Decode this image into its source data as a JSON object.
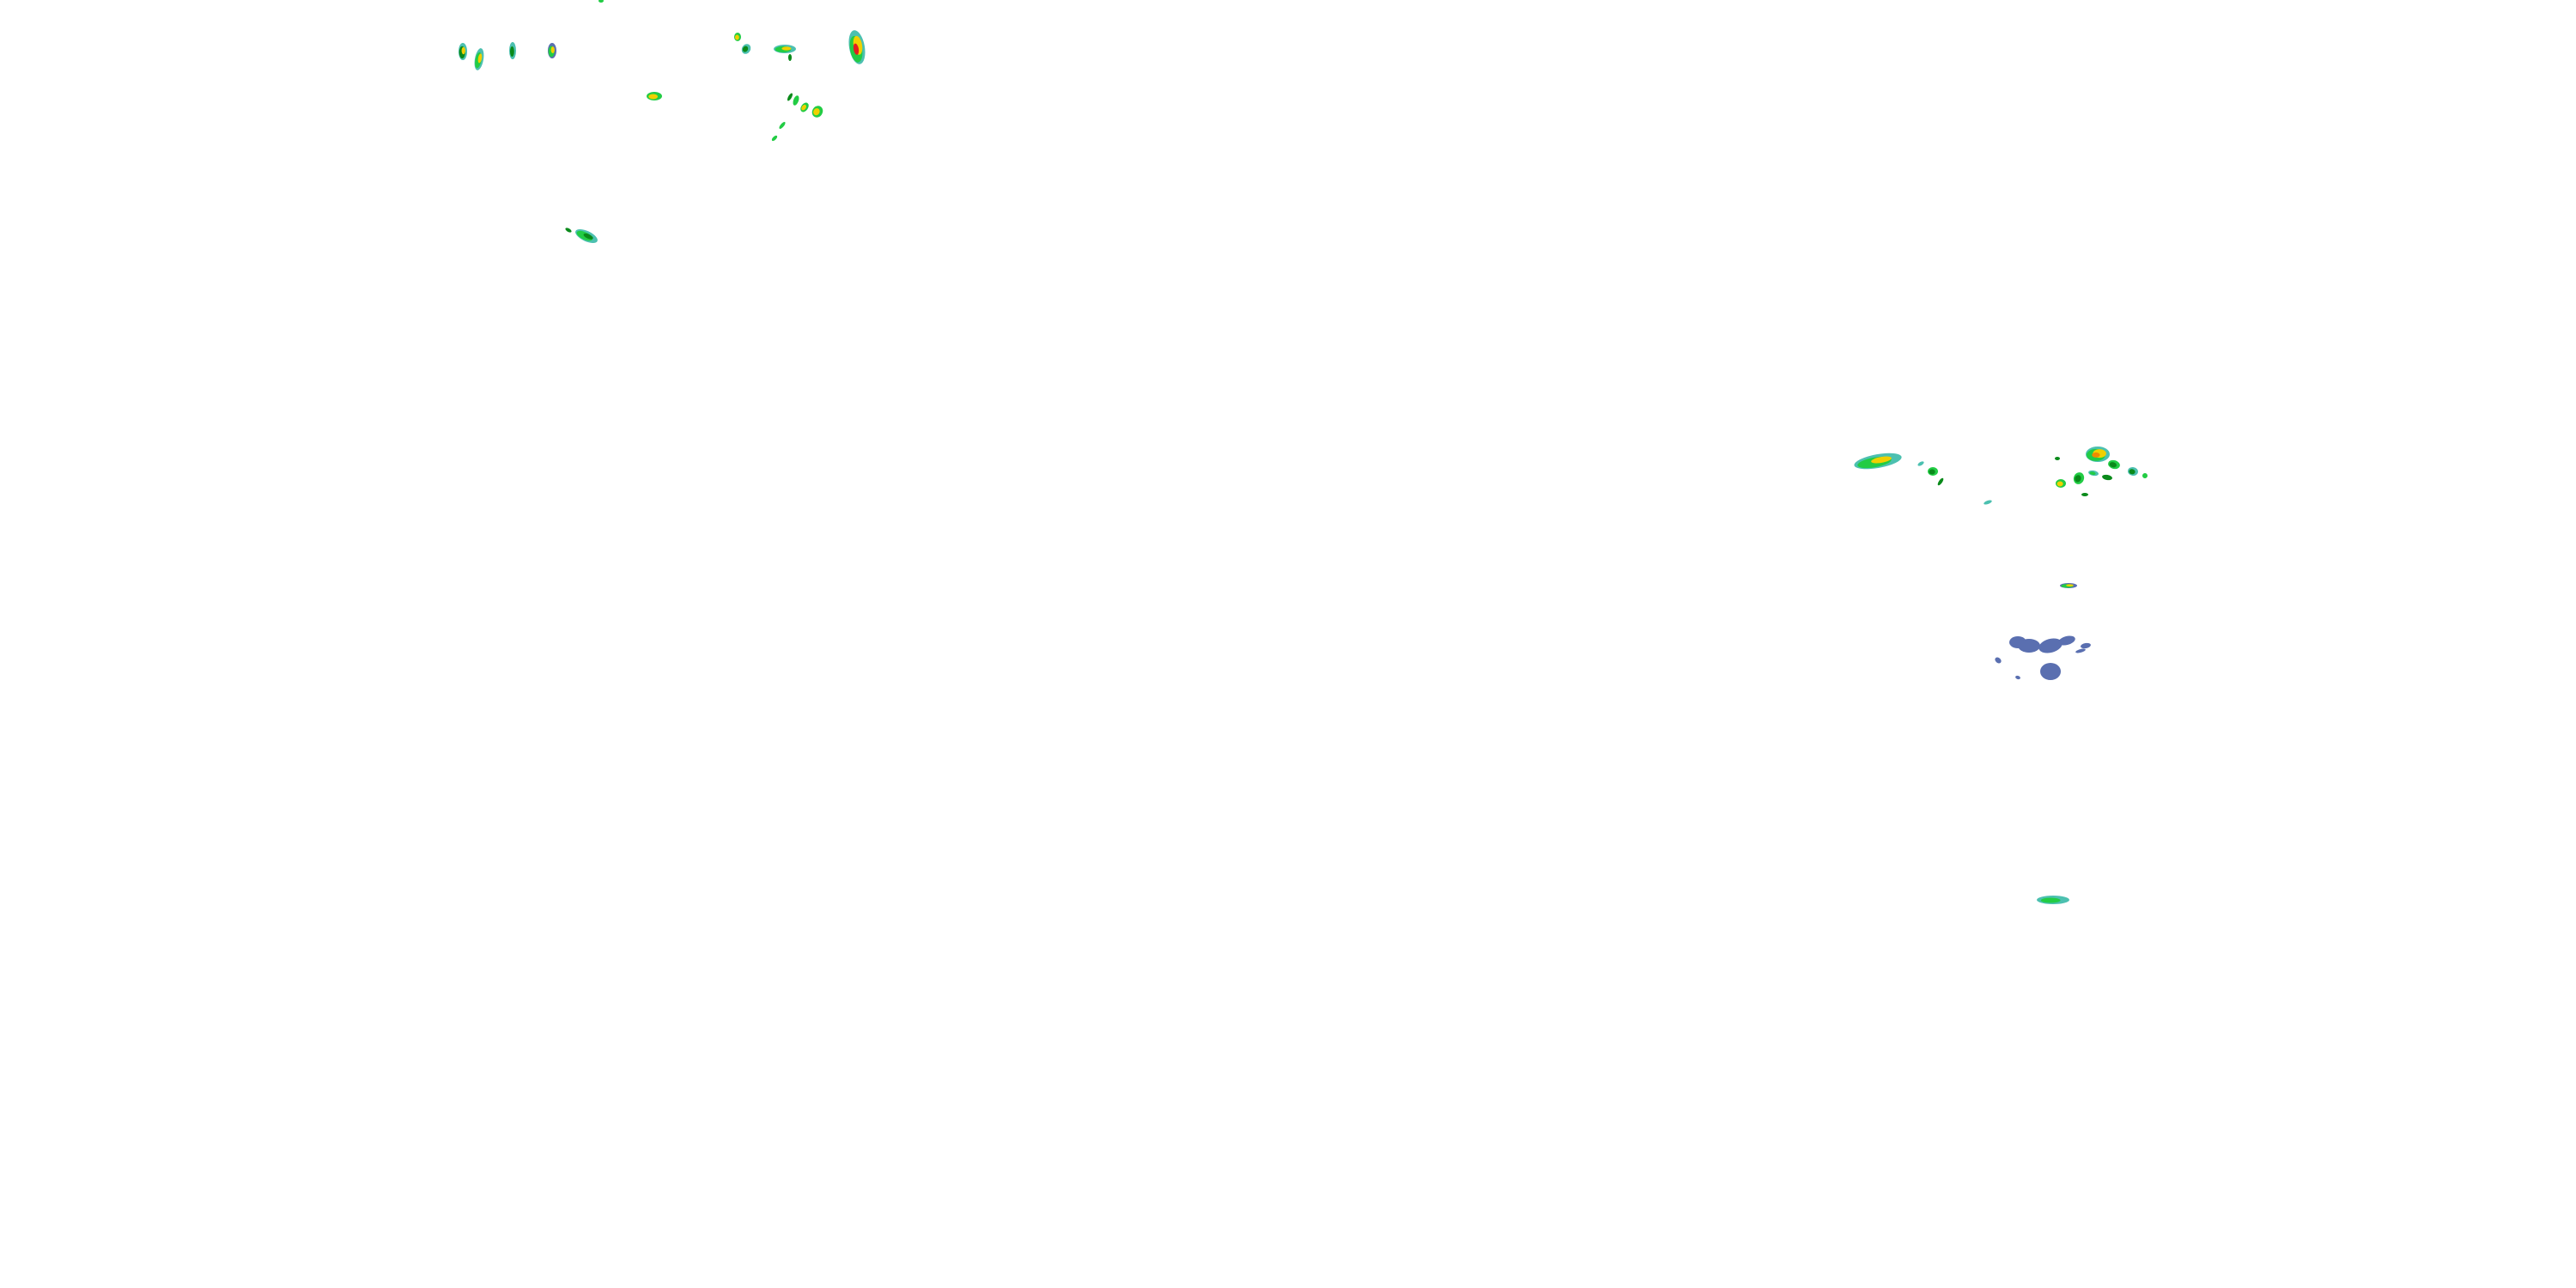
{
  "map": {
    "type": "weather-radar-overlay",
    "background": "#ffffff",
    "palette": {
      "light": "#5a6fb0",
      "cyan": "#4cc0b0",
      "green": "#22cc44",
      "dark_green": "#0a8a1a",
      "yellow": "#f0d000",
      "orange": "#f08a00",
      "red": "#e02020"
    },
    "echoes": [
      {
        "category": "moderate",
        "levels": [
          "green"
        ]
      },
      {
        "category": "moderate",
        "levels": [
          "cyan",
          "dark_green",
          "yellow"
        ]
      },
      {
        "category": "moderate",
        "levels": [
          "cyan",
          "green",
          "yellow"
        ]
      },
      {
        "category": "moderate",
        "levels": [
          "cyan",
          "dark_green"
        ]
      },
      {
        "category": "moderate",
        "levels": [
          "light",
          "green",
          "yellow"
        ]
      },
      {
        "category": "moderate",
        "levels": [
          "green",
          "yellow"
        ]
      },
      {
        "category": "moderate",
        "levels": [
          "green",
          "yellow"
        ]
      },
      {
        "category": "moderate",
        "levels": [
          "cyan",
          "dark_green"
        ]
      },
      {
        "category": "moderate",
        "levels": [
          "cyan",
          "green",
          "yellow"
        ]
      },
      {
        "category": "moderate",
        "levels": [
          "dark_green"
        ]
      },
      {
        "category": "heavy",
        "levels": [
          "cyan",
          "green",
          "yellow",
          "red"
        ]
      },
      {
        "category": "moderate",
        "levels": [
          "dark_green"
        ]
      },
      {
        "category": "moderate",
        "levels": [
          "green"
        ]
      },
      {
        "category": "moderate",
        "levels": [
          "green",
          "yellow"
        ]
      },
      {
        "category": "moderate",
        "levels": [
          "green",
          "yellow"
        ]
      },
      {
        "category": "moderate",
        "levels": [
          "green"
        ]
      },
      {
        "category": "moderate",
        "levels": [
          "green"
        ]
      },
      {
        "category": "moderate",
        "levels": [
          "dark_green"
        ]
      },
      {
        "category": "moderate",
        "levels": [
          "cyan",
          "green",
          "dark_green"
        ]
      },
      {
        "category": "moderate",
        "levels": [
          "cyan",
          "green",
          "yellow"
        ]
      },
      {
        "category": "light",
        "levels": [
          "cyan"
        ]
      },
      {
        "category": "moderate",
        "levels": [
          "green",
          "dark_green"
        ]
      },
      {
        "category": "moderate",
        "levels": [
          "dark_green"
        ]
      },
      {
        "category": "light",
        "levels": [
          "cyan"
        ]
      },
      {
        "category": "heavy",
        "levels": [
          "cyan",
          "green",
          "yellow",
          "orange"
        ]
      },
      {
        "category": "moderate",
        "levels": [
          "dark_green"
        ]
      },
      {
        "category": "moderate",
        "levels": [
          "green",
          "dark_green"
        ]
      },
      {
        "category": "moderate",
        "levels": [
          "cyan",
          "dark_green"
        ]
      },
      {
        "category": "moderate",
        "levels": [
          "green"
        ]
      },
      {
        "category": "moderate",
        "levels": [
          "cyan",
          "green"
        ]
      },
      {
        "category": "moderate",
        "levels": [
          "green",
          "dark_green"
        ]
      },
      {
        "category": "moderate",
        "levels": [
          "green",
          "yellow"
        ]
      },
      {
        "category": "moderate",
        "levels": [
          "dark_green"
        ]
      },
      {
        "category": "moderate",
        "levels": [
          "dark_green"
        ]
      },
      {
        "category": "moderate",
        "levels": [
          "light",
          "green",
          "yellow"
        ]
      },
      {
        "category": "light",
        "levels": [
          "light"
        ]
      },
      {
        "category": "light",
        "levels": [
          "light"
        ]
      },
      {
        "category": "light",
        "levels": [
          "light"
        ]
      },
      {
        "category": "light",
        "levels": [
          "light"
        ]
      },
      {
        "category": "light",
        "levels": [
          "light"
        ]
      },
      {
        "category": "light",
        "levels": [
          "light"
        ]
      },
      {
        "category": "light",
        "levels": [
          "light"
        ]
      },
      {
        "category": "light",
        "levels": [
          "light"
        ]
      },
      {
        "category": "light",
        "levels": [
          "light"
        ]
      },
      {
        "category": "moderate",
        "levels": [
          "cyan",
          "green"
        ]
      }
    ]
  }
}
